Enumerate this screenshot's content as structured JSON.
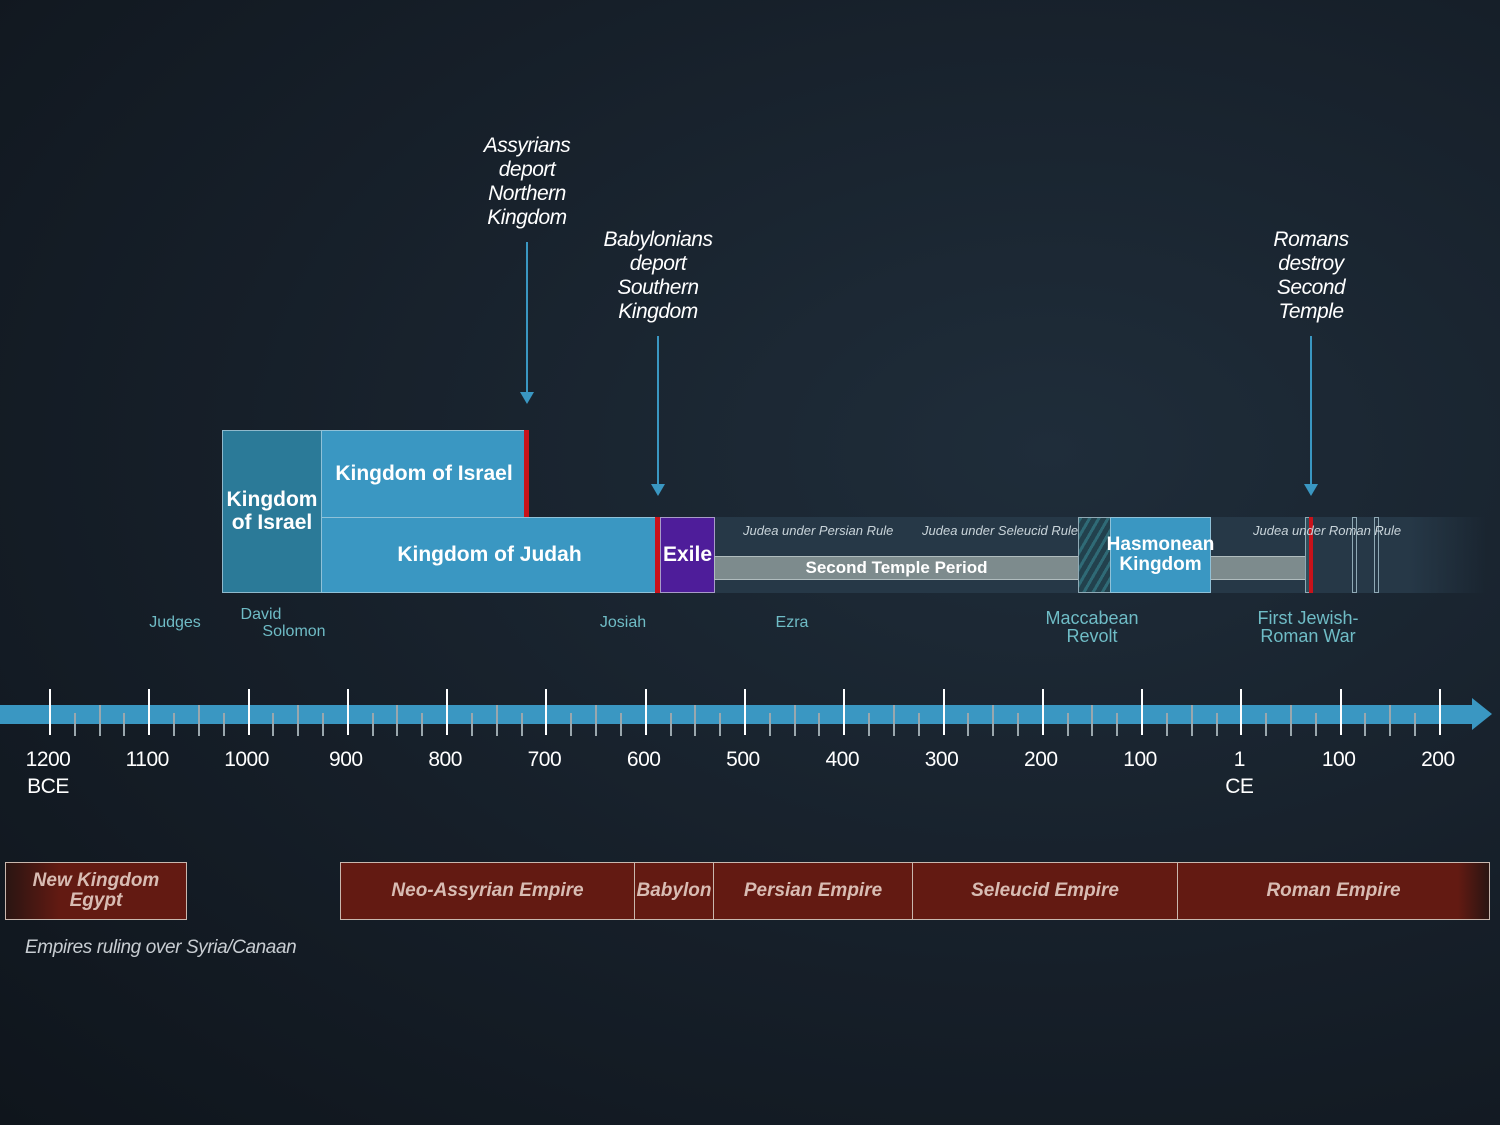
{
  "annotations": [
    {
      "text": "Assyrians deport Northern Kingdom",
      "lines": [
        "Assyrians",
        "deport",
        "Northern",
        "Kingdom"
      ]
    },
    {
      "lines": [
        "Babylonians",
        "deport",
        "Southern",
        "Kingdom"
      ]
    },
    {
      "lines": [
        "Romans",
        "destroy",
        "Second",
        "Temple"
      ]
    }
  ],
  "periods": {
    "united": "Kingdom of Israel",
    "israel": "Kingdom of Israel",
    "judah": "Kingdom of Judah",
    "exile": "Exile",
    "second_temple": "Second Temple Period",
    "hasmonean": "Hasmonean Kingdom",
    "persian_rule": "Judea under Persian Rule",
    "seleucid_rule": "Judea under Seleucid Rule",
    "roman_rule": "Judea under Roman Rule"
  },
  "figures": {
    "judges": "Judges",
    "david": "David",
    "solomon": "Solomon",
    "josiah": "Josiah",
    "ezra": "Ezra",
    "maccabean": [
      "Maccabean",
      "Revolt"
    ],
    "war": [
      "First Jewish-",
      "Roman War"
    ]
  },
  "axis": {
    "labels": [
      "1200",
      "1100",
      "1000",
      "900",
      "800",
      "700",
      "600",
      "500",
      "400",
      "300",
      "200",
      "100",
      "1",
      "100",
      "200"
    ],
    "bce": "BCE",
    "ce": "CE"
  },
  "empires": [
    "New Kingdom Egypt",
    "Neo-Assyrian Empire",
    "Babylon",
    "Persian Empire",
    "Seleucid Empire",
    "Roman Empire"
  ],
  "caption": "Empires ruling over Syria/Canaan",
  "colors": {
    "blue": "#3a97c2",
    "dark_blue": "#2b7a98",
    "purple": "#4e1d9a",
    "red": "#c8121a",
    "empire": "#631a12"
  }
}
